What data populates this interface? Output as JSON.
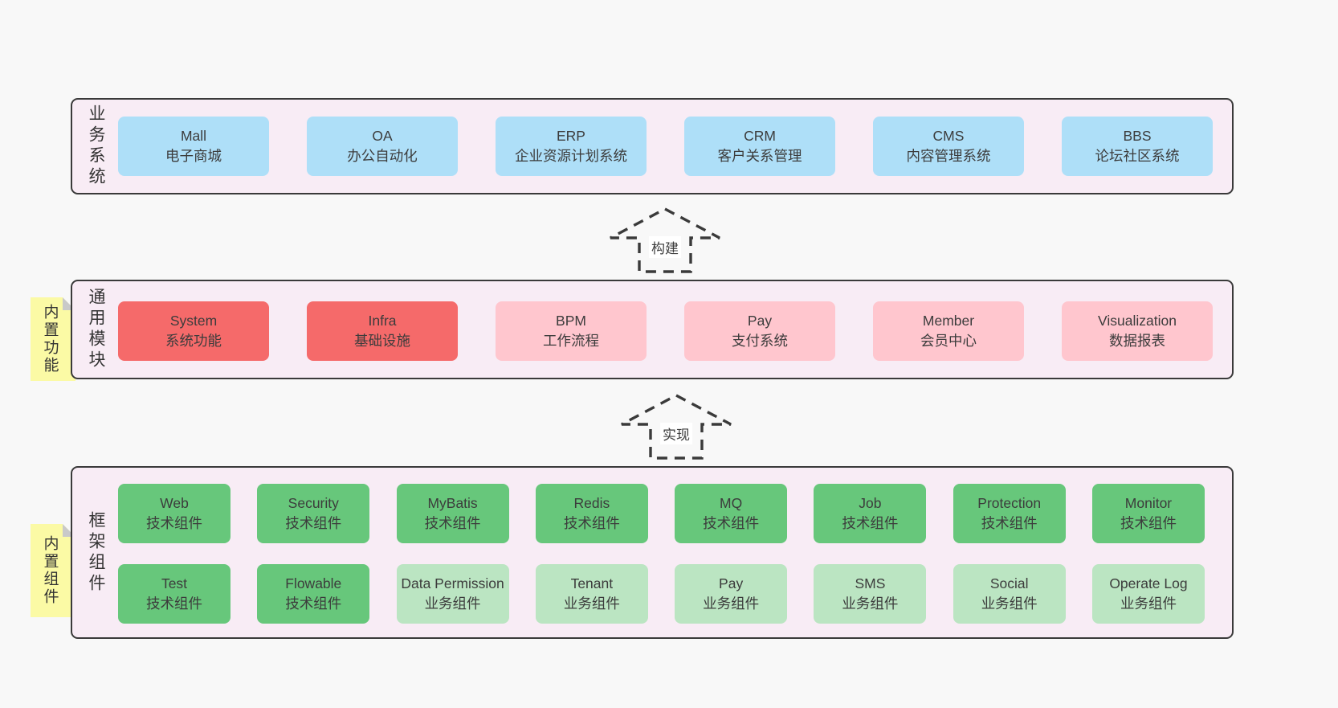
{
  "colors": {
    "page_bg": "#f8f8f8",
    "layer_bg": "#f8ecf5",
    "layer_border": "#3a3a3a",
    "blue_box": "#aedff8",
    "red_box": "#f56a6a",
    "pink_box": "#ffc6ce",
    "green_box": "#67c77b",
    "light_green_box": "#bbe5c2",
    "sticky_note": "#fbfaa5",
    "note_fold": "#c9c9c9",
    "text": "#3c3c3c"
  },
  "layer1": {
    "label": "业务系统",
    "items": [
      {
        "title": "Mall",
        "subtitle": "电子商城"
      },
      {
        "title": "OA",
        "subtitle": "办公自动化"
      },
      {
        "title": "ERP",
        "subtitle": "企业资源计划系统"
      },
      {
        "title": "CRM",
        "subtitle": "客户关系管理"
      },
      {
        "title": "CMS",
        "subtitle": "内容管理系统"
      },
      {
        "title": "BBS",
        "subtitle": "论坛社区系统"
      }
    ]
  },
  "arrow1": {
    "label": "构建"
  },
  "layer2": {
    "label": "通用模块",
    "note": "内置功能",
    "items": [
      {
        "title": "System",
        "subtitle": "系统功能",
        "variant": "red"
      },
      {
        "title": "Infra",
        "subtitle": "基础设施",
        "variant": "red"
      },
      {
        "title": "BPM",
        "subtitle": "工作流程",
        "variant": "pink"
      },
      {
        "title": "Pay",
        "subtitle": "支付系统",
        "variant": "pink"
      },
      {
        "title": "Member",
        "subtitle": "会员中心",
        "variant": "pink"
      },
      {
        "title": "Visualization",
        "subtitle": "数据报表",
        "variant": "pink"
      }
    ]
  },
  "arrow2": {
    "label": "实现"
  },
  "layer3": {
    "label": "框架组件",
    "note": "内置组件",
    "row1": [
      {
        "title": "Web",
        "subtitle": "技术组件",
        "variant": "green"
      },
      {
        "title": "Security",
        "subtitle": "技术组件",
        "variant": "green"
      },
      {
        "title": "MyBatis",
        "subtitle": "技术组件",
        "variant": "green"
      },
      {
        "title": "Redis",
        "subtitle": "技术组件",
        "variant": "green"
      },
      {
        "title": "MQ",
        "subtitle": "技术组件",
        "variant": "green"
      },
      {
        "title": "Job",
        "subtitle": "技术组件",
        "variant": "green"
      },
      {
        "title": "Protection",
        "subtitle": "技术组件",
        "variant": "green"
      },
      {
        "title": "Monitor",
        "subtitle": "技术组件",
        "variant": "green"
      }
    ],
    "row2": [
      {
        "title": "Test",
        "subtitle": "技术组件",
        "variant": "green"
      },
      {
        "title": "Flowable",
        "subtitle": "技术组件",
        "variant": "green"
      },
      {
        "title": "Data Permission",
        "subtitle": "业务组件",
        "variant": "light"
      },
      {
        "title": "Tenant",
        "subtitle": "业务组件",
        "variant": "light"
      },
      {
        "title": "Pay",
        "subtitle": "业务组件",
        "variant": "light"
      },
      {
        "title": "SMS",
        "subtitle": "业务组件",
        "variant": "light"
      },
      {
        "title": "Social",
        "subtitle": "业务组件",
        "variant": "light"
      },
      {
        "title": "Operate Log",
        "subtitle": "业务组件",
        "variant": "light"
      }
    ]
  }
}
